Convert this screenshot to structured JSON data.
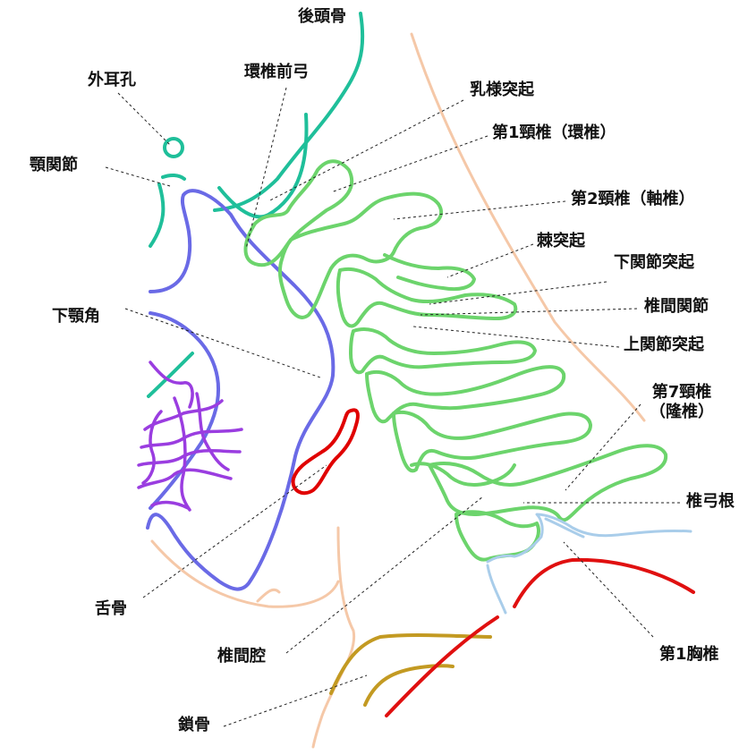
{
  "labels": {
    "occipital": "後頭骨",
    "ear_canal": "外耳孔",
    "atlas_arch": "環椎前弓",
    "mastoid": "乳様突起",
    "c1": "第1頸椎（環椎）",
    "tmj": "顎関節",
    "c2": "第2頸椎（軸椎）",
    "spinous": "棘突起",
    "inf_articular": "下関節突起",
    "mandible_angle": "下顎角",
    "facet_joint": "椎間関節",
    "sup_articular": "上関節突起",
    "c7_line1": "第7頸椎",
    "c7_line2": "（隆椎）",
    "pedicle": "椎弓根",
    "hyoid": "舌骨",
    "disc_space": "椎間腔",
    "t1": "第1胸椎",
    "clavicle": "鎖骨"
  },
  "colors": {
    "vertebra": "#6cd46c",
    "occipital": "#1fbf9a",
    "mandible": "#6a6ae6",
    "teeth": "#9a3de0",
    "hyoid": "#e00000",
    "skin": "#f5c8a8",
    "t1": "#a9cdea",
    "clavicle": "#c39a22",
    "rib": "#e01010",
    "leader": "#222222"
  }
}
